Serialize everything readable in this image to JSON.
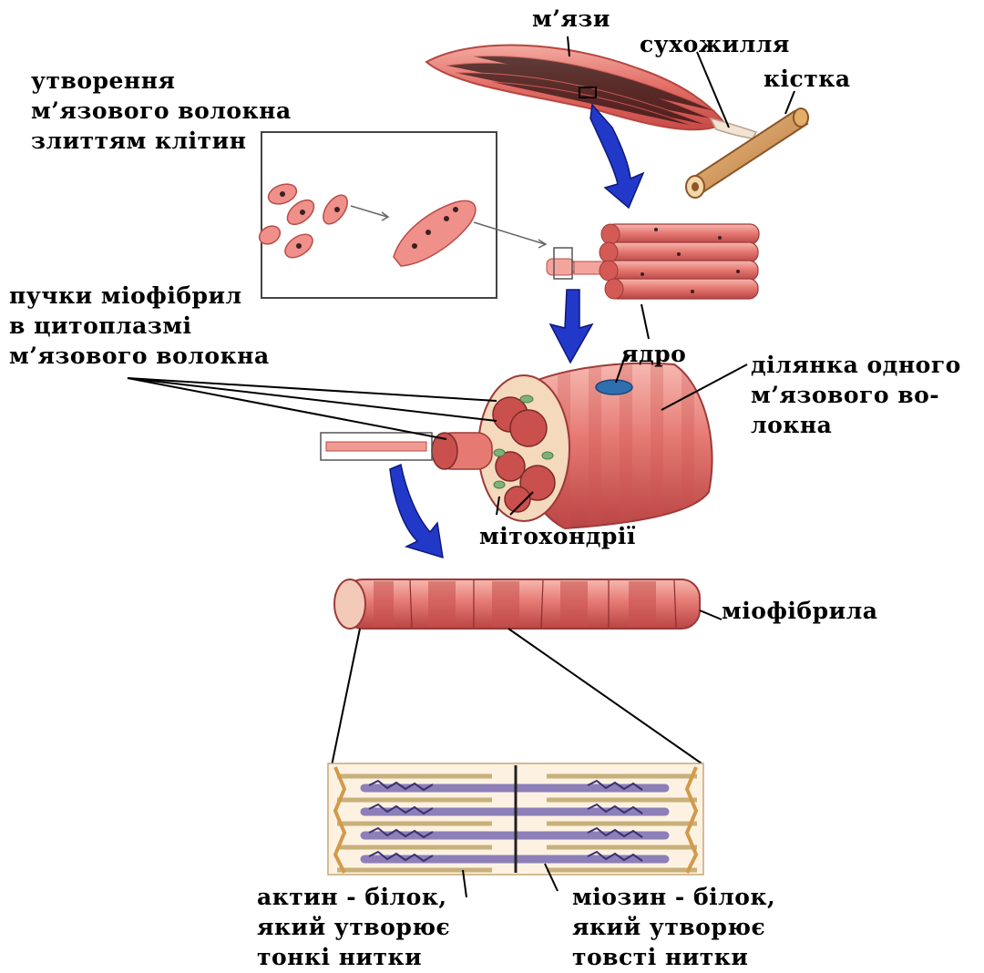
{
  "labels": {
    "muscle": "м’язи",
    "tendon": "сухожилля",
    "bone": "кістка",
    "fusion": [
      "утворення",
      "м’язового волокна",
      "злиттям клітин"
    ],
    "myofibril_bundles": [
      "пучки міофібрил",
      "в цитоплазмі",
      "м’язового волокна"
    ],
    "nucleus": "ядро",
    "fiber_section": [
      "ділянка одного",
      "м’язового во-",
      "локна"
    ],
    "mitochondria": "мітохондрії",
    "myofibril": "міофібрила",
    "actin": [
      "актин - білок,",
      "який утворює",
      "тонкі нитки"
    ],
    "myosin": [
      "міозин - білок,",
      "який утворює",
      "товсті нитки"
    ]
  },
  "colors": {
    "muscle": "#e8706c",
    "muscle_light": "#f3a9a0",
    "bone": "#d99a55",
    "arrow": "#2238c8",
    "nucleus": "#2f6fb0",
    "actin": "#c8b07a",
    "myosin": "#6a5a9a"
  }
}
